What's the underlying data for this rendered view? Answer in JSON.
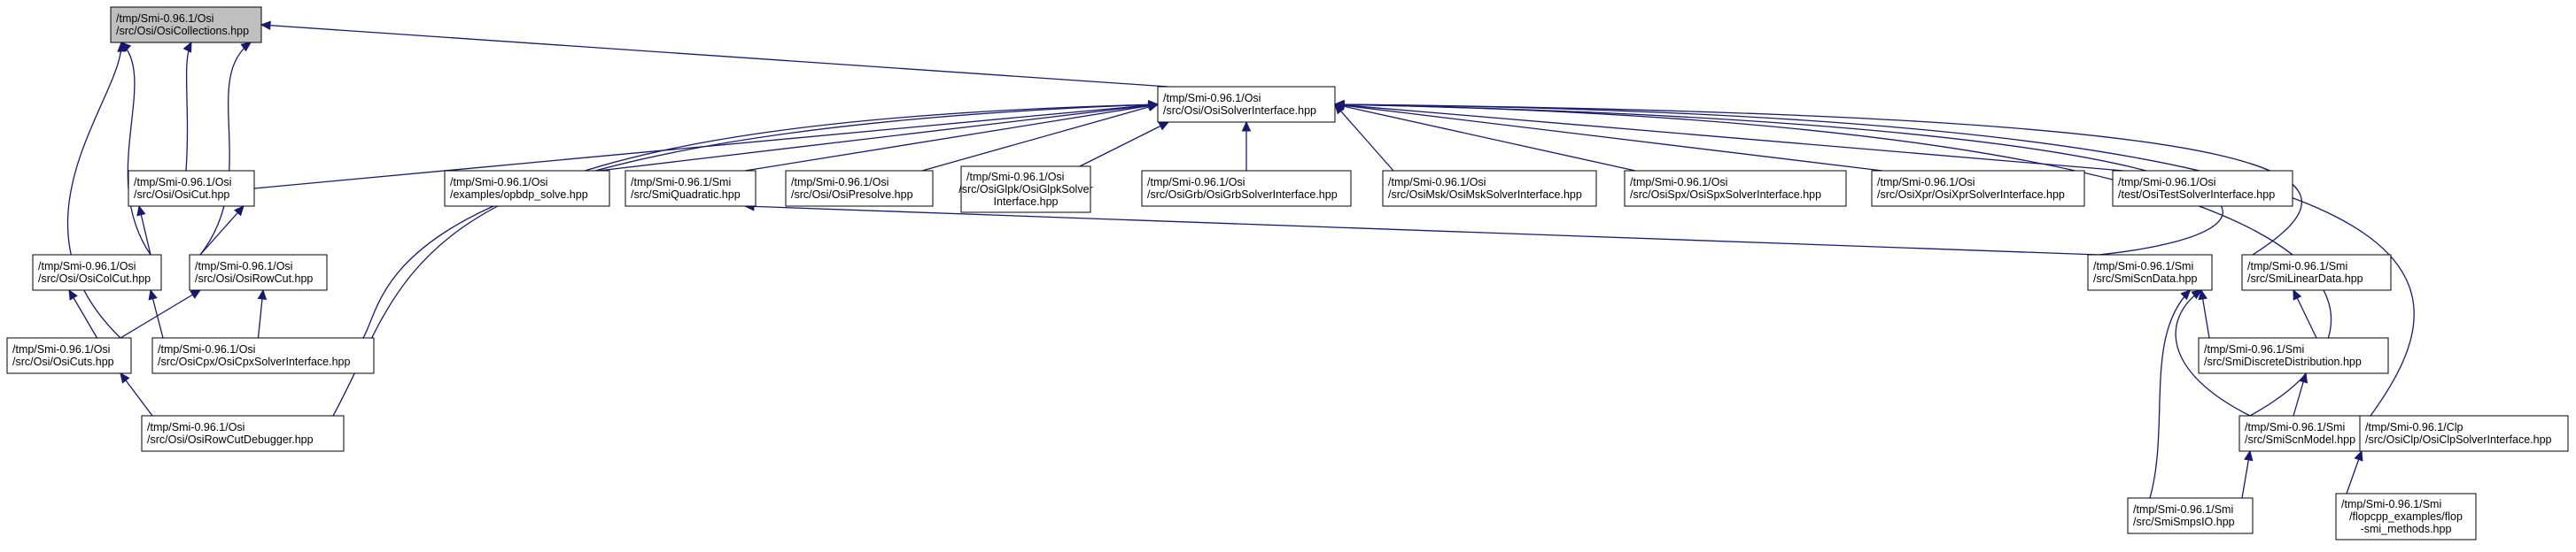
{
  "graph": {
    "title": "",
    "edge_color": "#191970",
    "root_fill": "#bfbfbf",
    "nodes": [
      {
        "id": "OsiCollections",
        "lines": [
          "/tmp/Smi-0.96.1/Osi",
          "/src/Osi/OsiCollections.hpp"
        ],
        "root": true
      },
      {
        "id": "OsiSolverInterface",
        "lines": [
          "/tmp/Smi-0.96.1/Osi",
          "/src/Osi/OsiSolverInterface.hpp"
        ]
      },
      {
        "id": "OsiCut",
        "lines": [
          "/tmp/Smi-0.96.1/Osi",
          "/src/Osi/OsiCut.hpp"
        ]
      },
      {
        "id": "opbdp_solve",
        "lines": [
          "/tmp/Smi-0.96.1/Osi",
          "/examples/opbdp_solve.hpp"
        ]
      },
      {
        "id": "SmiQuadratic",
        "lines": [
          "/tmp/Smi-0.96.1/Smi",
          "/src/SmiQuadratic.hpp"
        ]
      },
      {
        "id": "OsiPresolve",
        "lines": [
          "/tmp/Smi-0.96.1/Osi",
          "/src/Osi/OsiPresolve.hpp"
        ]
      },
      {
        "id": "OsiGlpkSolverInterface",
        "lines": [
          "/tmp/Smi-0.96.1/Osi",
          "/src/OsiGlpk/OsiGlpkSolver",
          "Interface.hpp"
        ]
      },
      {
        "id": "OsiGrbSolverInterface",
        "lines": [
          "/tmp/Smi-0.96.1/Osi",
          "/src/OsiGrb/OsiGrbSolverInterface.hpp"
        ]
      },
      {
        "id": "OsiMskSolverInterface",
        "lines": [
          "/tmp/Smi-0.96.1/Osi",
          "/src/OsiMsk/OsiMskSolverInterface.hpp"
        ]
      },
      {
        "id": "OsiSpxSolverInterface",
        "lines": [
          "/tmp/Smi-0.96.1/Osi",
          "/src/OsiSpx/OsiSpxSolverInterface.hpp"
        ]
      },
      {
        "id": "OsiXprSolverInterface",
        "lines": [
          "/tmp/Smi-0.96.1/Osi",
          "/src/OsiXpr/OsiXprSolverInterface.hpp"
        ]
      },
      {
        "id": "OsiTestSolverInterface",
        "lines": [
          "/tmp/Smi-0.96.1/Osi",
          "/test/OsiTestSolverInterface.hpp"
        ]
      },
      {
        "id": "OsiColCut",
        "lines": [
          "/tmp/Smi-0.96.1/Osi",
          "/src/Osi/OsiColCut.hpp"
        ]
      },
      {
        "id": "OsiRowCut",
        "lines": [
          "/tmp/Smi-0.96.1/Osi",
          "/src/Osi/OsiRowCut.hpp"
        ]
      },
      {
        "id": "OsiCuts",
        "lines": [
          "/tmp/Smi-0.96.1/Osi",
          "/src/Osi/OsiCuts.hpp"
        ]
      },
      {
        "id": "OsiCpxSolverInterface",
        "lines": [
          "/tmp/Smi-0.96.1/Osi",
          "/src/OsiCpx/OsiCpxSolverInterface.hpp"
        ]
      },
      {
        "id": "OsiRowCutDebugger",
        "lines": [
          "/tmp/Smi-0.96.1/Osi",
          "/src/Osi/OsiRowCutDebugger.hpp"
        ]
      },
      {
        "id": "SmiScnData",
        "lines": [
          "/tmp/Smi-0.96.1/Smi",
          "/src/SmiScnData.hpp"
        ]
      },
      {
        "id": "SmiLinearData",
        "lines": [
          "/tmp/Smi-0.96.1/Smi",
          "/src/SmiLinearData.hpp"
        ]
      },
      {
        "id": "SmiDiscreteDistribution",
        "lines": [
          "/tmp/Smi-0.96.1/Smi",
          "/src/SmiDiscreteDistribution.hpp"
        ]
      },
      {
        "id": "SmiScnModel",
        "lines": [
          "/tmp/Smi-0.96.1/Smi",
          "/src/SmiScnModel.hpp"
        ]
      },
      {
        "id": "OsiClpSolverInterface",
        "lines": [
          "/tmp/Smi-0.96.1/Clp",
          "/src/OsiClp/OsiClpSolverInterface.hpp"
        ]
      },
      {
        "id": "SmiSmpsIO",
        "lines": [
          "/tmp/Smi-0.96.1/Smi",
          "/src/SmiSmpsIO.hpp"
        ]
      },
      {
        "id": "flopSmiMethods",
        "lines": [
          "/tmp/Smi-0.96.1/Smi",
          "/flopcpp_examples/flop",
          "-smi_methods.hpp"
        ]
      }
    ]
  }
}
